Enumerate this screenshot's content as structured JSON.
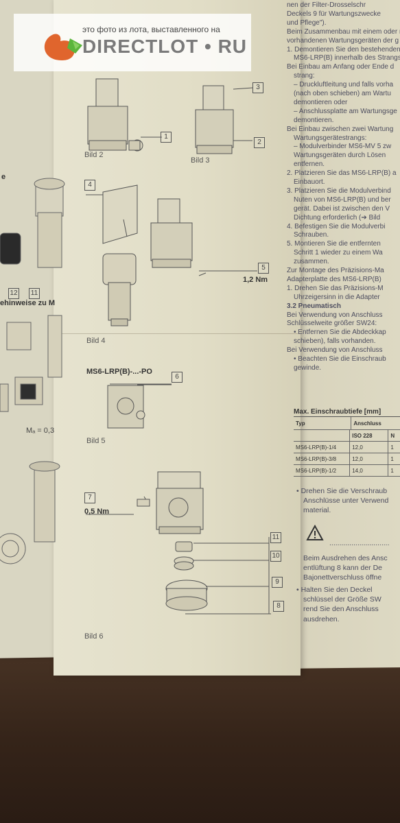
{
  "watermark": {
    "subtitle": "это фото из лота, выставленного на",
    "brand": "DIRECTLOT • RU"
  },
  "figures": {
    "bild2": "Bild 2",
    "bild3": "Bild 3",
    "bild4": "Bild 4",
    "bild5": "Bild 5",
    "bild6": "Bild 6",
    "bild5_title": "MS6-LRP(B)-...-PO"
  },
  "callouts": {
    "c1": "1",
    "c2": "2",
    "c3": "3",
    "c4": "4",
    "c5": "5",
    "c6": "6",
    "c7": "7",
    "c8": "8",
    "c9": "9",
    "c10": "10",
    "c11": "11",
    "c12": "12",
    "c11b": "11"
  },
  "torques": {
    "t1": "1,2 Nm",
    "t2": "0,5 Nm",
    "left": "Mₐ = 0,3"
  },
  "left_sheet": {
    "heading": "ehinweise zu M",
    "letter_e": "e"
  },
  "right_text": [
    "nen der Filter-Drosselschr",
    "Deckels 9 für Wartungszwecke",
    "und Pflege\").",
    "Beim Zusammenbau mit einem oder m",
    "vorhandenen Wartungsgeräten der g",
    "1. Demontieren Sie den bestehenden",
    "MS6-LRP(B) innerhalb des Strangs",
    "Bei Einbau am Anfang oder Ende d",
    "strang:",
    "– Druckluftleitung und falls vorha",
    "(nach oben schieben) am Wartu",
    "demontieren oder",
    "– Anschlussplatte am Wartungsge",
    "demontieren.",
    "Bei Einbau zwischen zwei Wartung",
    "Wartungsgerätestrangs:",
    "– Modulverbinder MS6-MV 5 zw",
    "Wartungsgeräten durch Lösen",
    "entfernen.",
    "2. Platzieren Sie das MS6-LRP(B) a",
    "Einbauort.",
    "3. Platzieren Sie die Modulverbind",
    "Nuten von MS6-LRP(B) und ber",
    "gerät. Dabei ist zwischen den V",
    "Dichtung erforderlich (➔ Bild",
    "4. Befestigen Sie die Modulverbi",
    "Schrauben.",
    "5. Montieren Sie die entfernten",
    "Schritt 1 wieder zu einem Wa",
    "zusammen.",
    "Zur Montage des Präzisions-Ma",
    "Adapterplatte des MS6-LRP(B)",
    "1. Drehen Sie das Präzisions-M",
    "Uhrzeigersinn in die Adapter",
    "3.2  Pneumatisch",
    "Bei Verwendung von Anschluss",
    "Schlüsselweite größer SW24:",
    "• Entfernen Sie die Abdeckkap",
    "schieben), falls vorhanden.",
    "Bei Verwendung von Anschluss",
    "• Beachten Sie die Einschraub",
    "gewinde."
  ],
  "table": {
    "title": "Max. Einschraubtiefe [mm]",
    "col_typ": "Typ",
    "col_anschluss": "Anschluss",
    "sub_iso": "ISO 228",
    "sub_n": "N",
    "rows": [
      {
        "typ": "MS6-LRP(B)-1/4",
        "iso": "12,0",
        "n": "1"
      },
      {
        "typ": "MS6-LRP(B)-3/8",
        "iso": "12,0",
        "n": "1"
      },
      {
        "typ": "MS6-LRP(B)-1/2",
        "iso": "14,0",
        "n": "1"
      }
    ]
  },
  "right_text_bottom": [
    "• Drehen Sie die Verschraub",
    "Anschlüsse unter Verwend",
    "material.",
    "..............................",
    "Beim Ausdrehen des Ansc",
    "entlüftung 8 kann der De",
    "Bajonettverschluss öffne",
    "• Halten Sie den Deckel",
    "schlüssel der Größe SW",
    "rend Sie den Anschluss",
    "ausdrehen."
  ],
  "colors": {
    "paper": "#e3dfc8",
    "ink": "#4c4c5e",
    "table": "#3a2a20"
  }
}
